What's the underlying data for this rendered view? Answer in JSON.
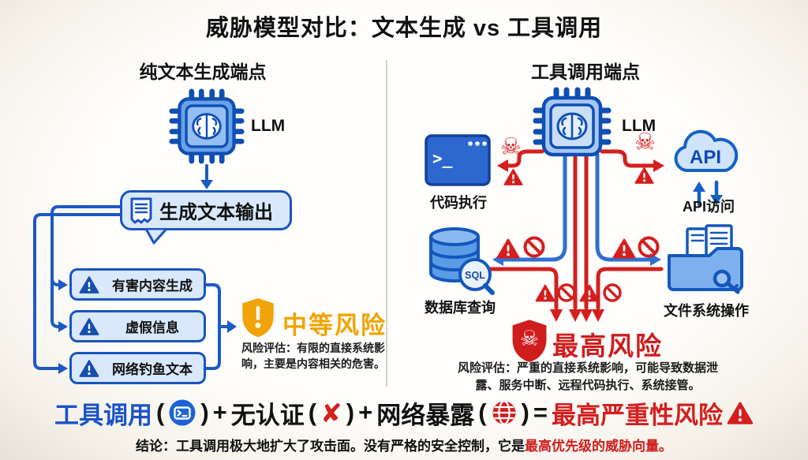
{
  "title": "威胁模型对比：文本生成 vs 工具调用",
  "left_panel": {
    "heading": "纯文本生成端点",
    "llm_label": "LLM",
    "output_label": "生成文本输出",
    "threats": [
      "有害内容生成",
      "虚假信息",
      "网络钓鱼文本"
    ],
    "risk_level": "中等风险",
    "risk_line1": "风险评估：有限的直接系统影",
    "risk_line2": "响，主要是内容相关的危害。"
  },
  "right_panel": {
    "heading": "工具调用端点",
    "llm_label": "LLM",
    "terminal_prompt": ">_",
    "cloud_label": "API",
    "sql_label": "SQL",
    "capabilities": [
      "代码执行",
      "API访问",
      "数据库查询",
      "文件系统操作"
    ],
    "risk_level": "最高风险",
    "risk_line1": "风险评估：严重的直接系统影响，可能导致数据泄",
    "risk_line2": "露、服务中断、远程代码执行、系统接管。"
  },
  "equation": {
    "term_tool": "工具调用",
    "term_auth": "无认证",
    "term_network": "网络暴露",
    "plus": "+",
    "equals": "=",
    "result": "最高严重性风险",
    "x_glyph": "✘",
    "open_paren": "(",
    "close_paren": ")"
  },
  "conclusion": {
    "prefix": "结论：工具调用极大地扩大了攻击面。没有严格的安全控制，它是",
    "highlight": "最高优先级的威胁向量。"
  },
  "icons": {
    "skull_glyph": "☠"
  },
  "colors": {
    "blue": "#1a55c0",
    "light_blue": "#d9e7fa",
    "orange": "#f0a300",
    "red": "#d41f1f"
  }
}
